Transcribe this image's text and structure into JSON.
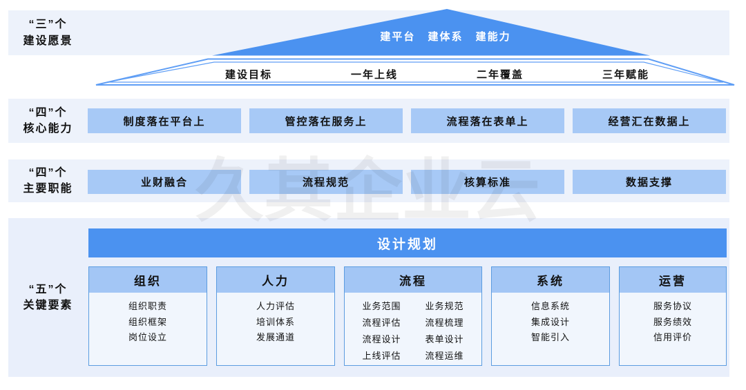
{
  "colors": {
    "accent": "#4b92f0",
    "stroke": "#5f9ef5",
    "pill": "#a7c9f6",
    "header": "#a3c6f5",
    "panel": "#edf2fb",
    "panel-bottom": "#e9effb",
    "colbody": "#f1f6fd",
    "colborder": "#5b9ce0",
    "text": "#111111",
    "banner-text": "#ffffff"
  },
  "watermark": "久其企业云",
  "vision": {
    "label_line1": "“三”个",
    "label_line2": "建设愿景",
    "triangle_text": "建平台 建体系 建能力",
    "goals": [
      "建设目标",
      "一年上线",
      "二年覆盖",
      "三年赋能"
    ]
  },
  "capabilities": {
    "label_line1": "“四”个",
    "label_line2": "核心能力",
    "items": [
      "制度落在平台上",
      "管控落在服务上",
      "流程落在表单上",
      "经营汇在数据上"
    ]
  },
  "functions": {
    "label_line1": "“四”个",
    "label_line2": "主要职能",
    "items": [
      "业财融合",
      "流程规范",
      "核算标准",
      "数据支撑"
    ]
  },
  "elements": {
    "label_line1": "“五”个",
    "label_line2": "关键要素",
    "banner": "设计规划",
    "columns": [
      {
        "title": "组织",
        "items": [
          "组织职责",
          "组织框架",
          "岗位设立"
        ]
      },
      {
        "title": "人力",
        "items": [
          "人力评估",
          "培训体系",
          "发展通道"
        ]
      },
      {
        "title": "流程",
        "items": [
          "业务范围",
          "业务规范",
          "流程评估",
          "流程梳理",
          "流程设计",
          "表单设计",
          "上线评估",
          "流程运维"
        ]
      },
      {
        "title": "系统",
        "items": [
          "信息系统",
          "集成设计",
          "智能引入"
        ]
      },
      {
        "title": "运营",
        "items": [
          "服务协议",
          "服务绩效",
          "信用评价"
        ]
      }
    ]
  }
}
